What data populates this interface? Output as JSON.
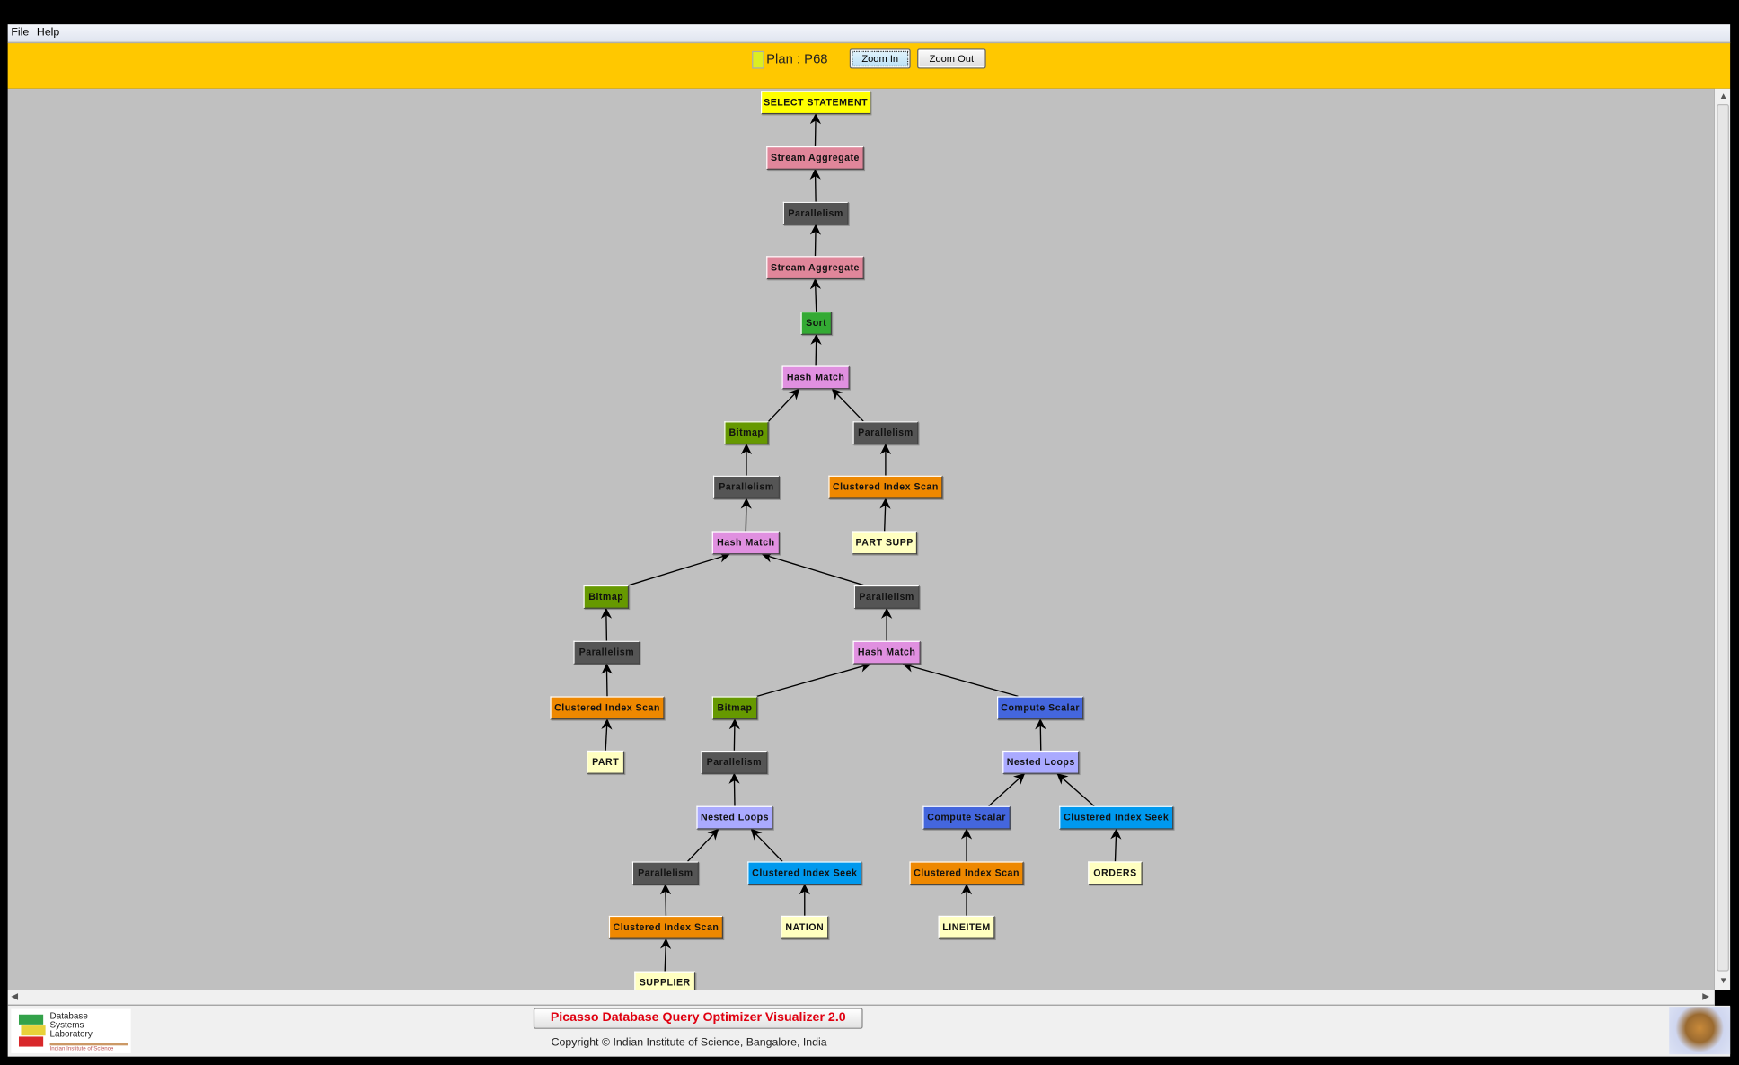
{
  "menu": {
    "items": [
      "File",
      "Help"
    ]
  },
  "toolbar": {
    "plan_label": "Plan : P68",
    "zoom_in": "Zoom In",
    "zoom_out": "Zoom Out",
    "plan_color": "#ddee22"
  },
  "footer": {
    "title": "Picasso Database Query Optimizer Visualizer 2.0",
    "copyright": "Copyright © Indian Institute of Science, Bangalore, India",
    "logo_text": "Database Systems Laboratory",
    "logo_subtext": "Indian Institute of Science"
  },
  "colors": {
    "select": "#ffff00",
    "aggregate": "#e0869a",
    "parallelism": "#555555",
    "sort": "#33aa33",
    "hash": "#e090e0",
    "bitmap": "#669900",
    "scan": "#ee8800",
    "table": "#ffffc0",
    "compute": "#4466dd",
    "loops": "#aaaaff",
    "seek": "#0099ee"
  },
  "plan": {
    "nodes": [
      {
        "label": "SELECT STATEMENT",
        "kind": "select",
        "parent": null
      },
      {
        "label": "Stream Aggregate",
        "kind": "aggregate",
        "parent": 0
      },
      {
        "label": "Parallelism",
        "kind": "parallelism",
        "parent": 1
      },
      {
        "label": "Stream Aggregate",
        "kind": "aggregate",
        "parent": 2
      },
      {
        "label": "Sort",
        "kind": "sort",
        "parent": 3
      },
      {
        "label": "Hash Match",
        "kind": "hash",
        "parent": 4
      },
      {
        "label": "Bitmap",
        "kind": "bitmap",
        "parent": 5
      },
      {
        "label": "Parallelism",
        "kind": "parallelism",
        "parent": 5
      },
      {
        "label": "Parallelism",
        "kind": "parallelism",
        "parent": 6
      },
      {
        "label": "Clustered Index Scan",
        "kind": "scan",
        "parent": 7
      },
      {
        "label": "Hash Match",
        "kind": "hash",
        "parent": 8
      },
      {
        "label": "PART SUPP",
        "kind": "table",
        "parent": 9
      },
      {
        "label": "Bitmap",
        "kind": "bitmap",
        "parent": 10
      },
      {
        "label": "Parallelism",
        "kind": "parallelism",
        "parent": 10
      },
      {
        "label": "Parallelism",
        "kind": "parallelism",
        "parent": 12
      },
      {
        "label": "Hash Match",
        "kind": "hash",
        "parent": 13
      },
      {
        "label": "Clustered Index Scan",
        "kind": "scan",
        "parent": 14
      },
      {
        "label": "Bitmap",
        "kind": "bitmap",
        "parent": 15
      },
      {
        "label": "Compute Scalar",
        "kind": "compute",
        "parent": 15
      },
      {
        "label": "PART",
        "kind": "table",
        "parent": 16
      },
      {
        "label": "Parallelism",
        "kind": "parallelism",
        "parent": 17
      },
      {
        "label": "Nested Loops",
        "kind": "loops",
        "parent": 18
      },
      {
        "label": "Nested Loops",
        "kind": "loops",
        "parent": 20
      },
      {
        "label": "Compute Scalar",
        "kind": "compute",
        "parent": 21
      },
      {
        "label": "Clustered Index Seek",
        "kind": "seek",
        "parent": 21
      },
      {
        "label": "Parallelism",
        "kind": "parallelism",
        "parent": 22
      },
      {
        "label": "Clustered Index Seek",
        "kind": "seek",
        "parent": 22
      },
      {
        "label": "Clustered Index Scan",
        "kind": "scan",
        "parent": 23
      },
      {
        "label": "ORDERS",
        "kind": "table",
        "parent": 24
      },
      {
        "label": "Clustered Index Scan",
        "kind": "scan",
        "parent": 25
      },
      {
        "label": "NATION",
        "kind": "table",
        "parent": 26
      },
      {
        "label": "LINEITEM",
        "kind": "table",
        "parent": 27
      },
      {
        "label": "SUPPLIER",
        "kind": "table",
        "parent": 29
      }
    ]
  }
}
